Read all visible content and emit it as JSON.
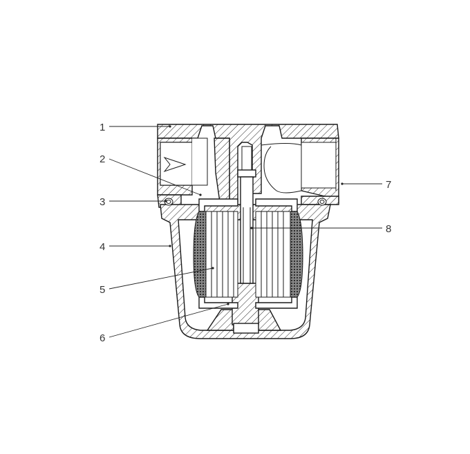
{
  "diagram": {
    "callouts": [
      {
        "id": "1",
        "label": "1"
      },
      {
        "id": "2",
        "label": "2"
      },
      {
        "id": "3",
        "label": "3"
      },
      {
        "id": "4",
        "label": "4"
      },
      {
        "id": "5",
        "label": "5"
      },
      {
        "id": "6",
        "label": "6"
      },
      {
        "id": "7",
        "label": "7"
      },
      {
        "id": "8",
        "label": "8"
      }
    ]
  },
  "colors": {
    "line": "#1a1a1a",
    "background": "#ffffff",
    "filter_mesh": "#444444"
  }
}
